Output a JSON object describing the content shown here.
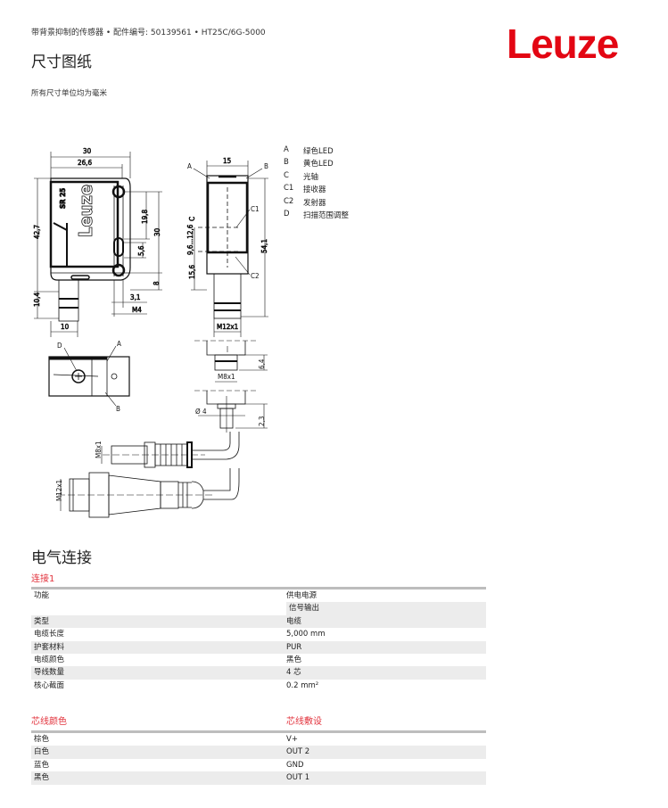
{
  "header": {
    "breadcrumb": "带背景抑制的传感器 • 配件编号: 50139561 • HT25C/6G-5000",
    "title": "尺寸图纸",
    "note": "所有尺寸单位均为毫米",
    "logo": "Leuze",
    "brand_color": "#e30613"
  },
  "legend": [
    {
      "key": "A",
      "label": "绿色LED"
    },
    {
      "key": "B",
      "label": "黄色LED"
    },
    {
      "key": "C",
      "label": "光轴"
    },
    {
      "key": "C1",
      "label": "接收器"
    },
    {
      "key": "C2",
      "label": "发射器"
    },
    {
      "key": "D",
      "label": "扫描范围调整"
    }
  ],
  "drawing": {
    "dim_30_top": "30",
    "dim_26_6": "26,6",
    "dim_42_7": "42,7",
    "dim_10_4": "10,4",
    "dim_10": "10",
    "dim_19_8": "19,8",
    "dim_30_side": "30",
    "dim_5_6": "5,6",
    "dim_8": "8",
    "dim_3_1": "3,1",
    "dim_M4": "M4",
    "dim_15": "15",
    "dim_54_1": "54,1",
    "dim_12_6": "9,6...12,6",
    "dim_15_6": "15,6",
    "dim_M12x1": "M12x1",
    "dim_6_4": "6,4",
    "dim_M8x1": "M8x1",
    "dim_d4": "Ø 4",
    "dim_2_3": "2,3",
    "cable_M8x1": "M8x1",
    "cable_M12x1": "M12x1",
    "label_A": "A",
    "label_B": "B",
    "label_C": "C",
    "label_C1": "C1",
    "label_C2": "C2",
    "label_D": "D",
    "sensor_text": "SR 25",
    "sensor_logo": "Leuze"
  },
  "electrical": {
    "title": "电气连接",
    "connection_title": "连接1",
    "rows": [
      {
        "label": "功能",
        "value": "供电电源"
      },
      {
        "label": "",
        "value": "信号输出"
      },
      {
        "label": "类型",
        "value": "电缆"
      },
      {
        "label": "电缆长度",
        "value": "5,000 mm"
      },
      {
        "label": "护套材料",
        "value": "PUR"
      },
      {
        "label": "电缆颜色",
        "value": "黑色"
      },
      {
        "label": "导线数量",
        "value": "4 芯"
      },
      {
        "label": "核心截面",
        "value": "0.2 mm²"
      }
    ],
    "wire_header_color": "芯线颜色",
    "wire_header_assign": "芯线敷设",
    "wires": [
      {
        "color": "棕色",
        "assign": "V+"
      },
      {
        "color": "白色",
        "assign": "OUT 2"
      },
      {
        "color": "蓝色",
        "assign": "GND"
      },
      {
        "color": "黑色",
        "assign": "OUT 1"
      }
    ]
  }
}
